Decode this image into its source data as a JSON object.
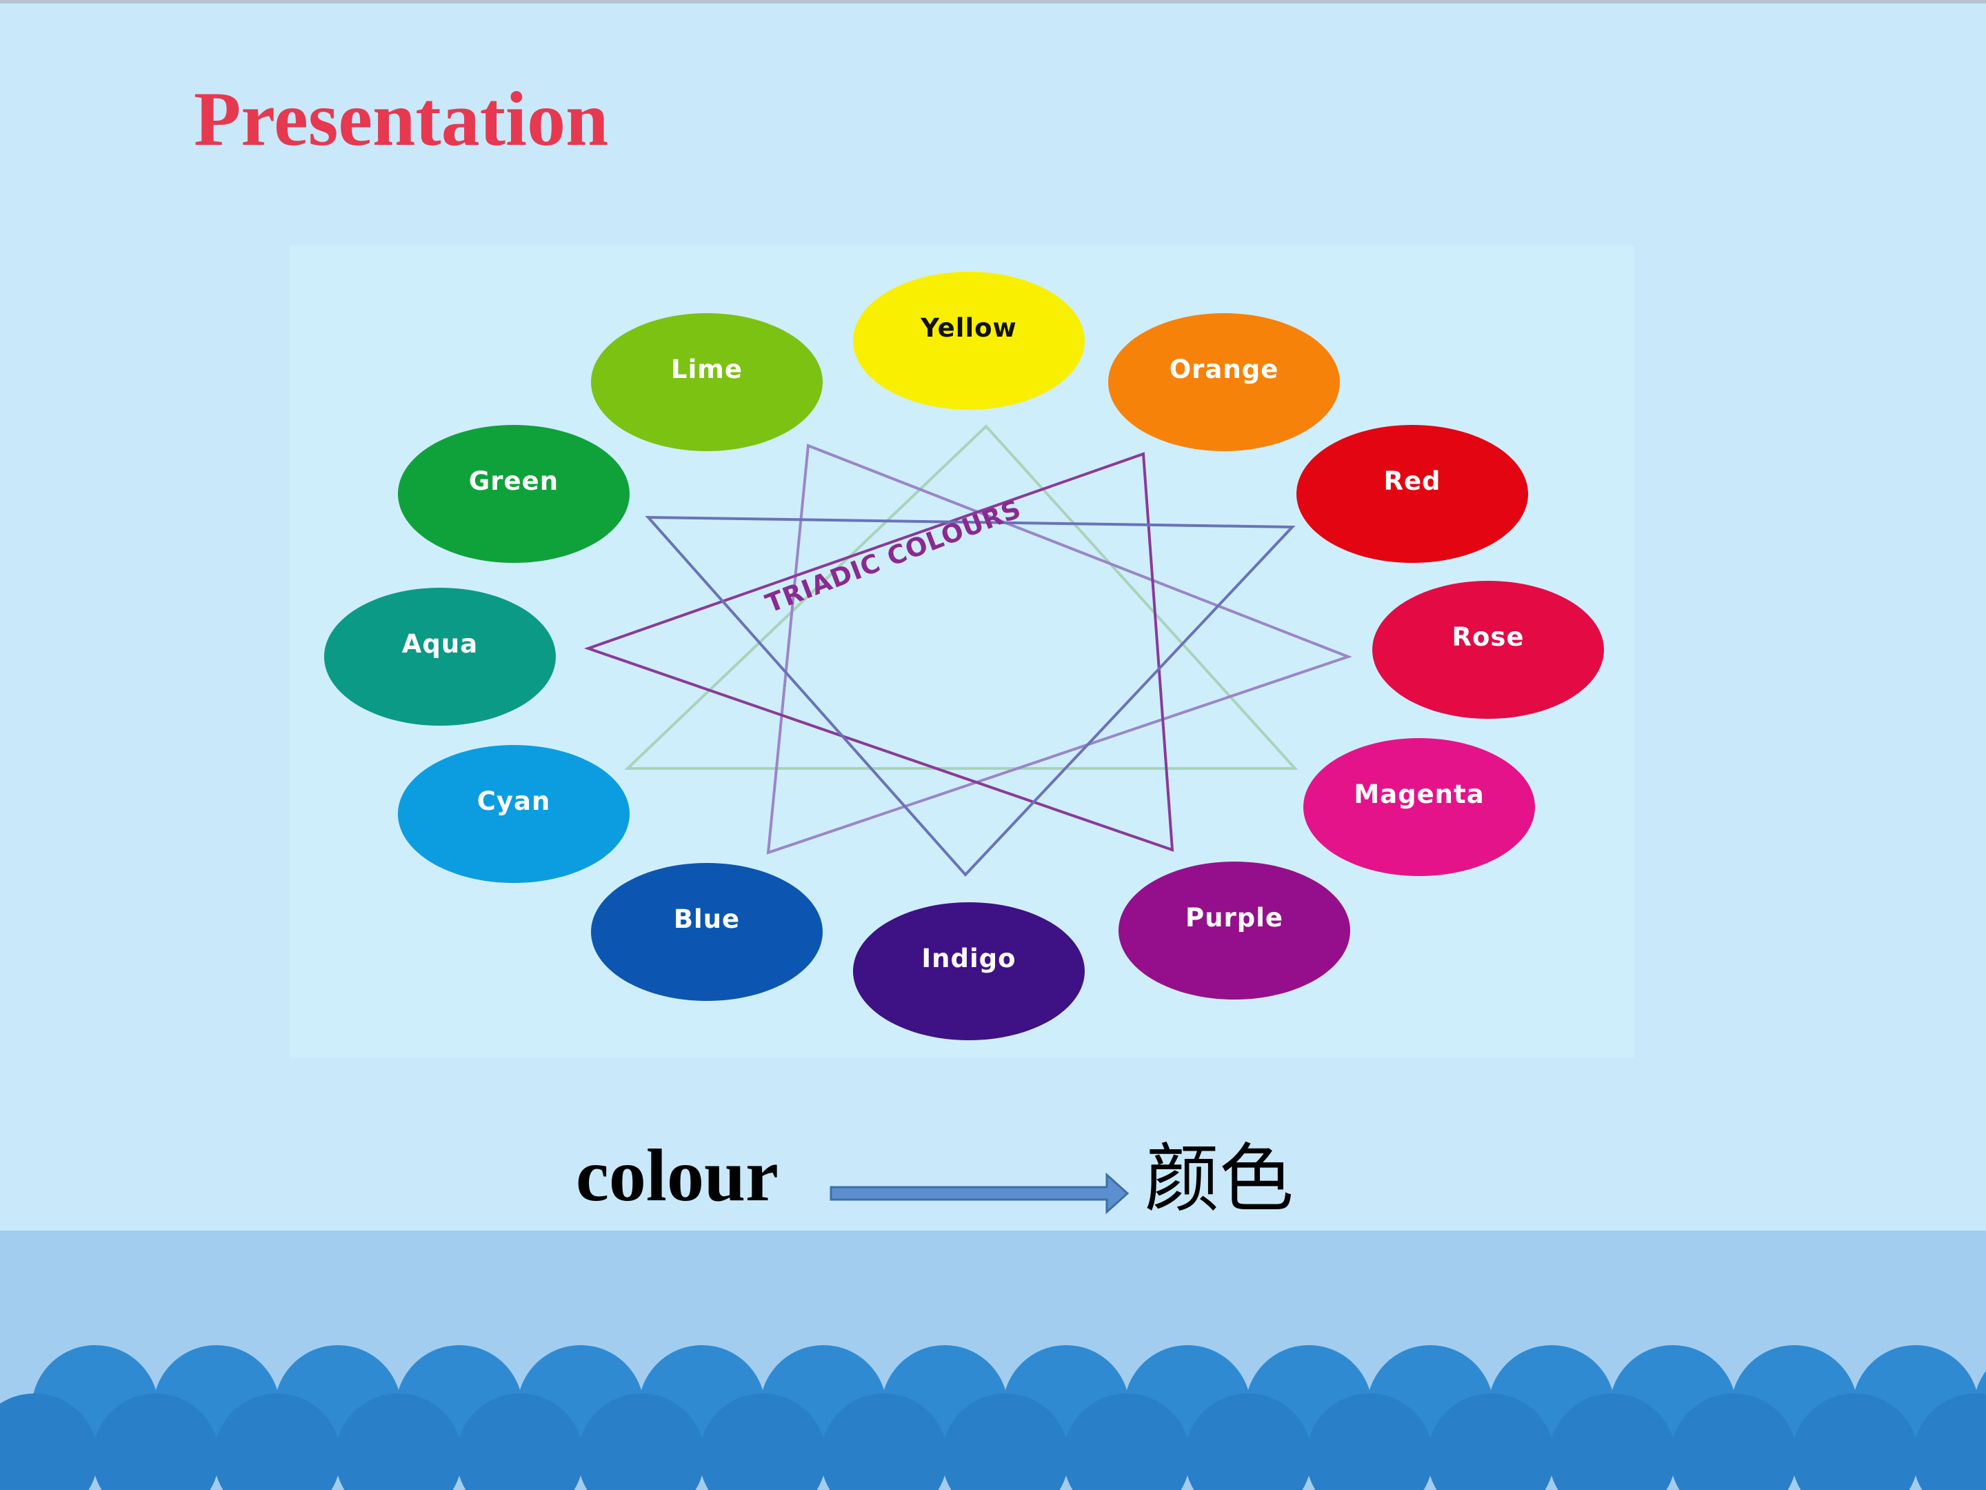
{
  "slide": {
    "title": "Presentation"
  },
  "color_wheel": {
    "center_label": "TRIADIC COLOURS",
    "colors": [
      {
        "name": "Yellow",
        "hex": "#f8f000",
        "text_color": "#111111"
      },
      {
        "name": "Orange",
        "hex": "#f7820a",
        "text_color": "#ffffff"
      },
      {
        "name": "Red",
        "hex": "#e30612",
        "text_color": "#ffffff"
      },
      {
        "name": "Rose",
        "hex": "#e40a44",
        "text_color": "#ffffff"
      },
      {
        "name": "Magenta",
        "hex": "#e5138a",
        "text_color": "#ffffff"
      },
      {
        "name": "Purple",
        "hex": "#950f8d",
        "text_color": "#ffffff"
      },
      {
        "name": "Indigo",
        "hex": "#3e1185",
        "text_color": "#ffffff"
      },
      {
        "name": "Blue",
        "hex": "#0c56b1",
        "text_color": "#ffffff"
      },
      {
        "name": "Cyan",
        "hex": "#0c9de0",
        "text_color": "#ffffff"
      },
      {
        "name": "Aqua",
        "hex": "#0b9a86",
        "text_color": "#ffffff"
      },
      {
        "name": "Green",
        "hex": "#10a23a",
        "text_color": "#ffffff"
      },
      {
        "name": "Lime",
        "hex": "#7cc212",
        "text_color": "#ffffff"
      }
    ],
    "triangle_colors": [
      "#a8d4b8",
      "#9a86c8",
      "#8a3a9a",
      "#6a72b8"
    ],
    "center_label_color": "#8a2a90"
  },
  "vocab": {
    "word": "colour",
    "translation": "颜色",
    "arrow_color": "#5b8fd0"
  },
  "footer": {
    "band_color": "#a3cdef",
    "scallop_back_color": "#2f8ad2",
    "scallop_front_color": "#2a7fc9"
  }
}
